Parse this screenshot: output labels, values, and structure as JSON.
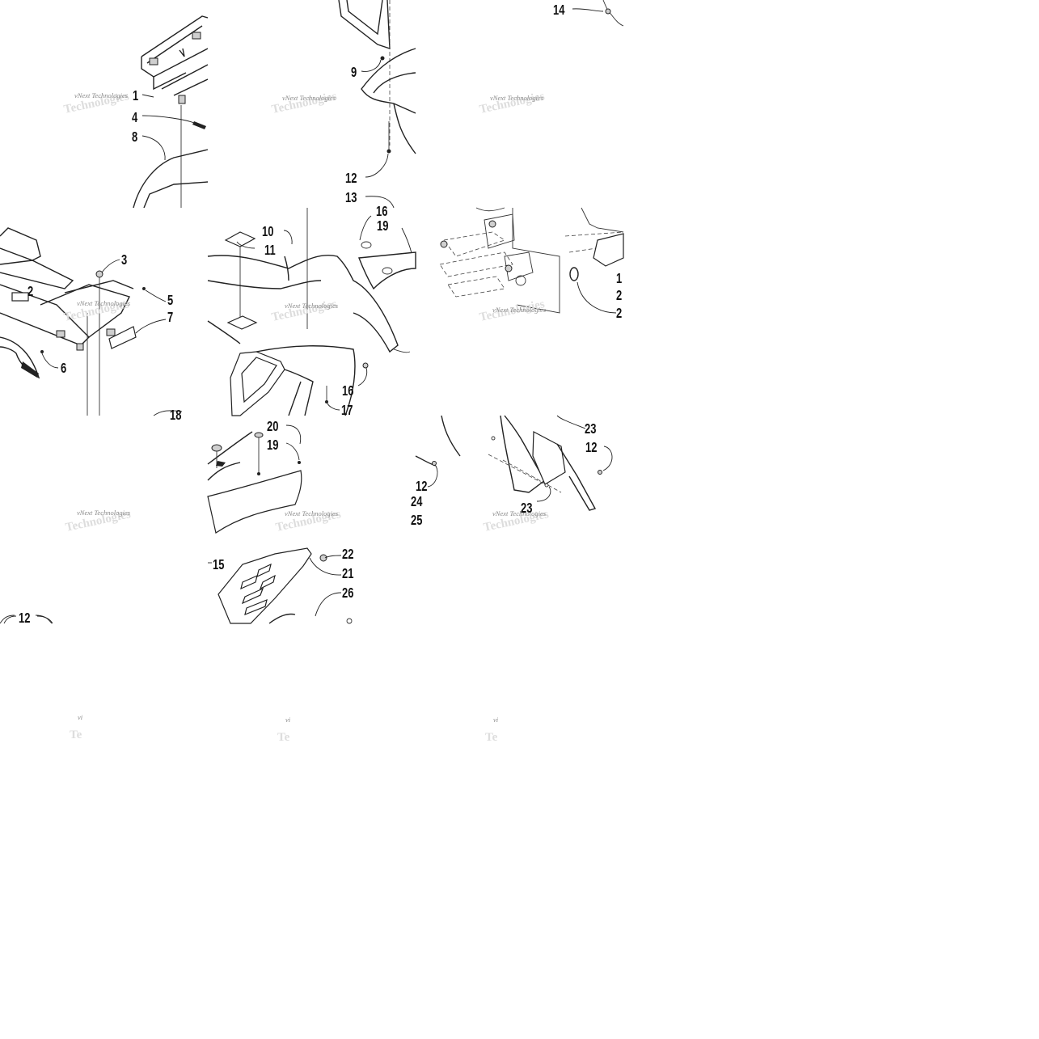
{
  "diagram": {
    "watermark_text": "vNext Technologies",
    "watermark_fragment": "vi",
    "callouts": {
      "c1": "1",
      "c2": "2",
      "c3": "3",
      "c4": "4",
      "c5": "5",
      "c6": "6",
      "c7": "7",
      "c8": "8",
      "c9": "9",
      "c10": "10",
      "c11": "11",
      "c12": "12",
      "c13": "13",
      "c14": "14",
      "c15": "15",
      "c16": "16",
      "c17": "17",
      "c18": "18",
      "c19": "19",
      "c20": "20",
      "c21": "21",
      "c22": "22",
      "c23": "23",
      "c24": "24",
      "c25": "25",
      "c26": "26"
    },
    "clipped_callouts": {
      "t16": "16",
      "t18": "18",
      "t1": "1",
      "t2": "2",
      "t2b": "2",
      "t12": "12",
      "t24": "24",
      "t25": "25",
      "t15": "15",
      "t12b": "12",
      "t22": "22"
    }
  }
}
